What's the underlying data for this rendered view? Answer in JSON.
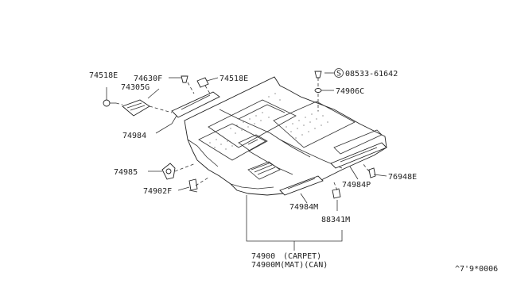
{
  "callouts": {
    "p74518E_left": "74518E",
    "p74630F": "74630F",
    "p74518E_right": "74518E",
    "p74305G": "74305G",
    "p74984": "74984",
    "p74985": "74985",
    "p74902F": "74902F",
    "p08533": "08533-61642",
    "p08533_prefix": "S",
    "p74906C": "74906C",
    "p76948E": "76948E",
    "p74984P": "74984P",
    "p74984M": "74984M",
    "p88341M": "88341M",
    "p74900": "74900",
    "p74900_note": "(CARPET)",
    "p74900M": "74900M(MAT)(CAN)"
  },
  "footer_code": "^7'9*0006"
}
